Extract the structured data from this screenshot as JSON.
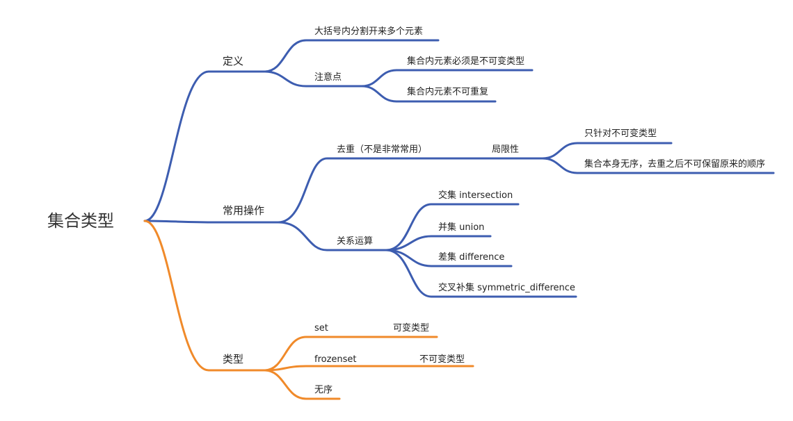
{
  "colors": {
    "blue": "#3d5db0",
    "orange": "#f08a2a",
    "text": "#222222"
  },
  "root": {
    "label": "集合类型"
  },
  "branches": {
    "definition": {
      "label": "定义",
      "items": {
        "elements": "大括号内分割开来多个元素",
        "notes": {
          "label": "注意点",
          "items": [
            "集合内元素必须是不可变类型",
            "集合内元素不可重复"
          ]
        }
      }
    },
    "operations": {
      "label": "常用操作",
      "dedupe": {
        "label": "去重（不是非常常用）",
        "limitation": {
          "label": "局限性",
          "items": [
            "只针对不可变类型",
            "集合本身无序，去重之后不可保留原来的顺序"
          ]
        }
      },
      "relations": {
        "label": "关系运算",
        "items": [
          "交集 intersection",
          "并集 union",
          "差集 difference",
          "交叉补集 symmetric_difference"
        ]
      }
    },
    "types": {
      "label": "类型",
      "set": {
        "label": "set",
        "note": "可变类型"
      },
      "frozenset": {
        "label": "frozenset",
        "note": "不可变类型"
      },
      "unordered": "无序"
    }
  }
}
